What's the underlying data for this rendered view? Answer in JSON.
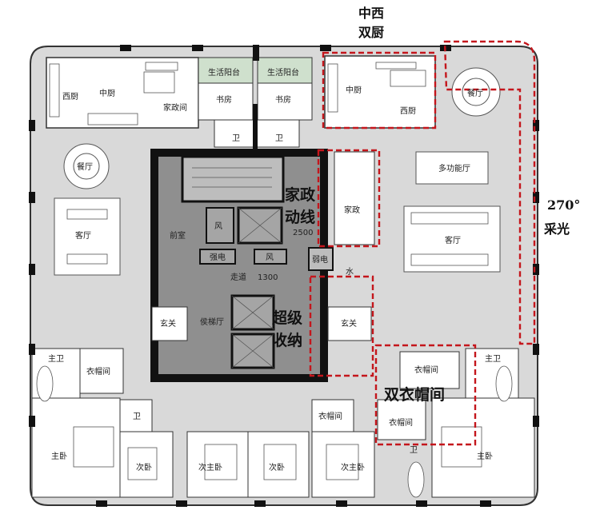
{
  "colors": {
    "floor": "#d9d9d9",
    "core": "#8f8f8f",
    "wall": "#111111",
    "balcony": "#cfe0cd",
    "highlight": "#c4161c",
    "room": "#ffffff"
  },
  "annotations": {
    "dual_kitchen_line1": "中西",
    "dual_kitchen_line2": "双厨",
    "service_path_line1": "家政",
    "service_path_line2": "动线",
    "storage_line1": "超级",
    "storage_line2": "收纳",
    "dual_closet": "双衣帽间",
    "light_angle": "270°",
    "light_text": "采光"
  },
  "rooms": {
    "west_kitchen_left": "西厨",
    "chinese_kitchen_left": "中厨",
    "balcony_1": "生活阳台",
    "balcony_2": "生活阳台",
    "study_1": "书房",
    "study_2": "书房",
    "maid_room": "家政间",
    "bath_top_1": "卫",
    "bath_top_2": "卫",
    "chinese_kitchen_right": "中厨",
    "west_kitchen_right": "西厨",
    "dining_right": "餐厅",
    "dining_left": "餐厅",
    "multi_room": "多功能厅",
    "service_room": "家政",
    "living_left": "客厅",
    "living_right": "客厅",
    "front_room": "前室",
    "wind_1": "风",
    "wind_2": "风",
    "strong_elec": "强电",
    "weak_elec": "弱电",
    "water": "水",
    "corridor": "走道",
    "corridor_dim": "1300",
    "service_dim": "2500",
    "elevator_hall": "侯梯厅",
    "foyer_left": "玄关",
    "foyer_right": "玄关",
    "master_bath_left": "主卫",
    "closet_left": "衣帽间",
    "bath_small_left": "卫",
    "master_bed_left": "主卧",
    "second_bed_left": "次卧",
    "second_master_1": "次主卧",
    "second_bed_mid": "次卧",
    "closet_mid": "衣帽间",
    "second_master_2": "次主卧",
    "closet_right_top": "衣帽间",
    "closet_right_bottom": "衣帽间",
    "master_bath_right": "主卫",
    "master_bed_right": "主卧",
    "bath_small_right": "卫"
  }
}
